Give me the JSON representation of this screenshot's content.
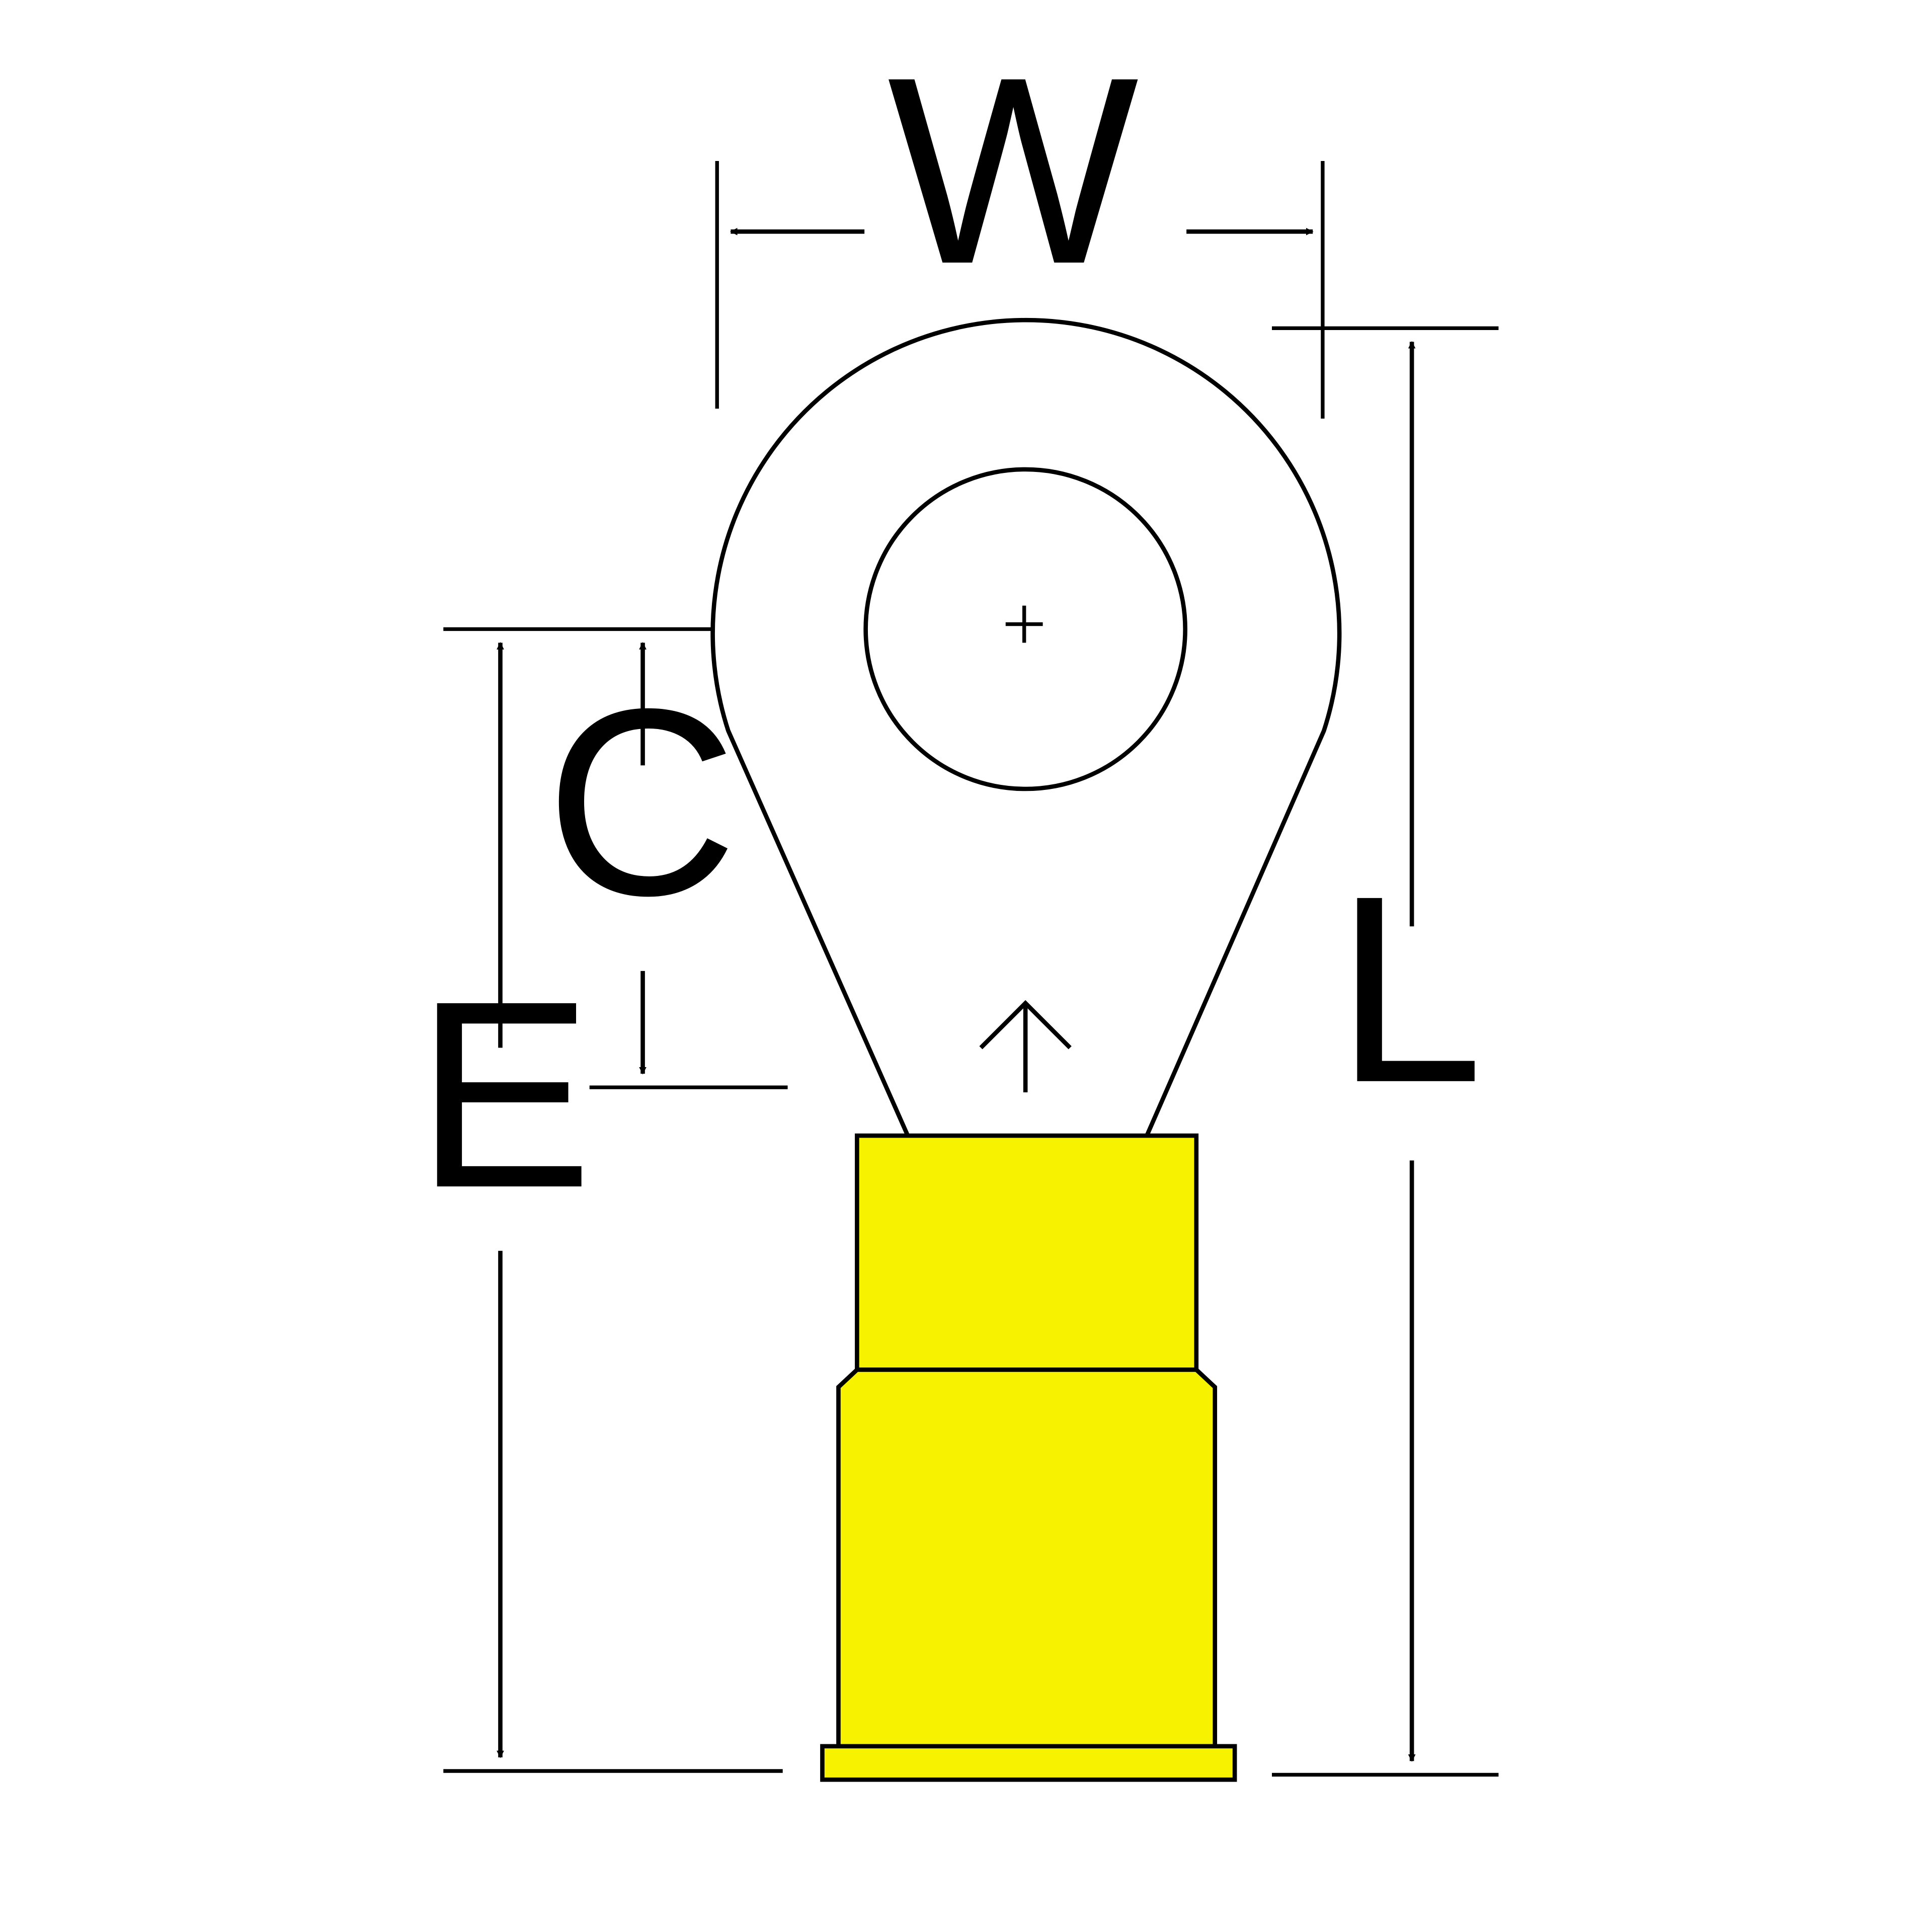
{
  "labels": {
    "width": "W",
    "length": "L",
    "center_to_end": "E",
    "center_to_barrel": "C"
  },
  "colors": {
    "outline": "#000000",
    "insulation": "#F7F200",
    "background": "#FFFFFF"
  },
  "icons": {
    "center_mark": "crosshair-plus",
    "insertion_direction": "up-arrow"
  }
}
